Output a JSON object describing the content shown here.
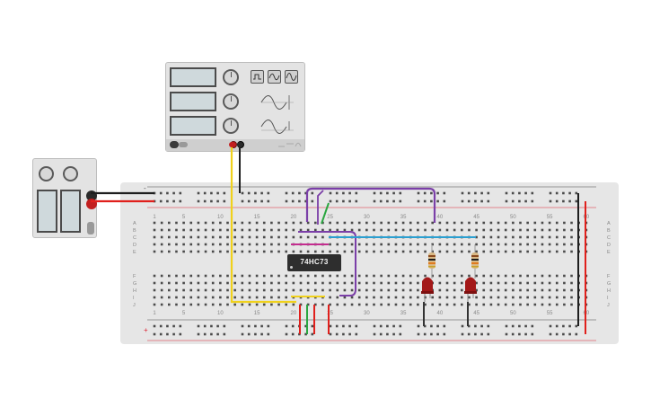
{
  "chip": {
    "label": "74HC73"
  },
  "breadboard": {
    "column_numbers_top": [
      "1",
      "5",
      "10",
      "15",
      "20",
      "25",
      "30",
      "35",
      "40",
      "45",
      "50",
      "55",
      "60"
    ],
    "column_numbers_bottom": [
      "1",
      "5",
      "10",
      "15",
      "20",
      "25",
      "30",
      "35",
      "40",
      "45",
      "50",
      "55",
      "60"
    ],
    "row_letters_top": [
      "A",
      "B",
      "C",
      "D",
      "E"
    ],
    "row_letters_bottom": [
      "F",
      "G",
      "H",
      "I",
      "J"
    ],
    "rail_plus": "+",
    "rail_minus": "-"
  },
  "colors": {
    "wire_red": "#e0201c",
    "wire_black": "#1e1e1e",
    "wire_yellow": "#f0d11c",
    "wire_purple": "#7b3fa8",
    "wire_green": "#2aa640",
    "wire_blue": "#2b9fd0",
    "wire_magenta": "#c42d8f",
    "led_red": "#a31818",
    "resistor_body": "#d9b985"
  },
  "icons": {
    "waveforms": [
      "square-wave-icon",
      "triangle-wave-icon",
      "sine-wave-icon"
    ]
  }
}
